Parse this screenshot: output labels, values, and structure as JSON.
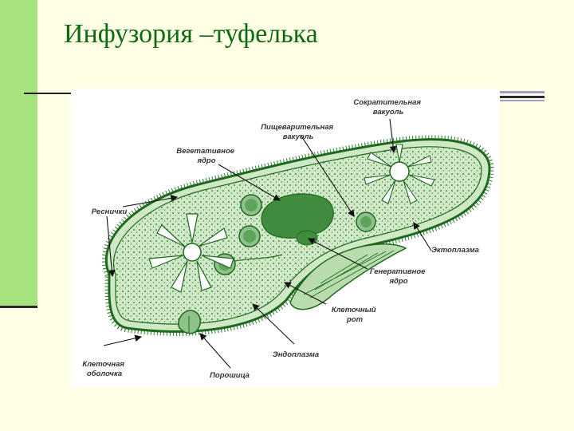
{
  "slide": {
    "title": "Инфузория –туфелька"
  },
  "labels": {
    "contractile_vacuole": [
      "Сократительная",
      "вакуоль"
    ],
    "digestive_vacuole": [
      "Пищеварительная",
      "вакуоль"
    ],
    "vegetative_nucleus": [
      "Вегетативное",
      "ядро"
    ],
    "cilia": [
      "Реснички"
    ],
    "ectoplasm": [
      "Эктоплазма"
    ],
    "generative_nucleus": [
      "Генеративное",
      "ядро"
    ],
    "cell_mouth": [
      "Клеточный",
      "рот"
    ],
    "endoplasm": [
      "Эндоплазма"
    ],
    "cell_membrane": [
      "Клеточная",
      "оболочка"
    ],
    "anal_pore": [
      "Порошица"
    ]
  },
  "colors": {
    "title": "#0e6b12",
    "accent_bar": "#a6e37f",
    "cell_fill": "#cfe8c6",
    "cell_outline": "#1d6a1d",
    "organelle": "#3a8a3a"
  }
}
